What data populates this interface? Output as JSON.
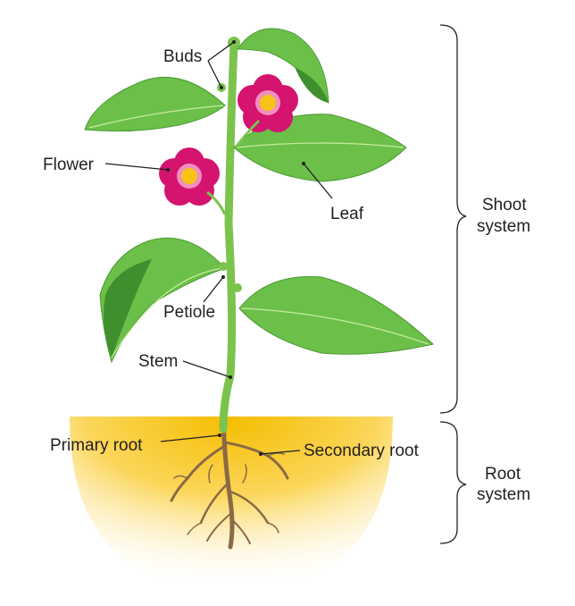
{
  "labels": {
    "buds": "Buds",
    "flower": "Flower",
    "leaf": "Leaf",
    "petiole": "Petiole",
    "stem": "Stem",
    "primary_root": "Primary root",
    "secondary_root": "Secondary root"
  },
  "systems": {
    "shoot": [
      "Shoot",
      "system"
    ],
    "root": [
      "Root",
      "system"
    ]
  },
  "colors": {
    "leaf": "#6cc04a",
    "stem": "#7cc34e",
    "petal": "#d4146e",
    "flower_center": "#f7c316",
    "root": "#8a6a45",
    "soil": "#f5c000"
  }
}
